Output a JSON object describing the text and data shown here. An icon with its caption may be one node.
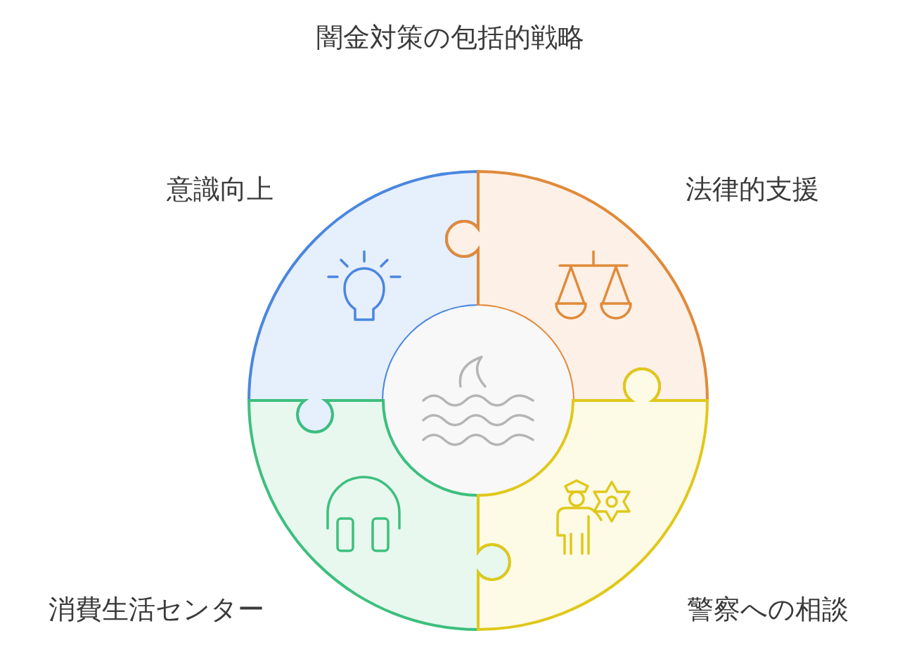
{
  "diagram": {
    "title": "闇金対策の包括的戦略",
    "nodes": [
      {
        "text": [
          "意識向上"
        ]
      },
      {
        "text": [
          "法律的支援"
        ]
      },
      {
        "text": [],
        "shape": "circle"
      },
      {
        "text": [
          "消費生活センター"
        ]
      },
      {
        "text": [
          "警察への相談"
        ]
      }
    ],
    "edges": []
  }
}
